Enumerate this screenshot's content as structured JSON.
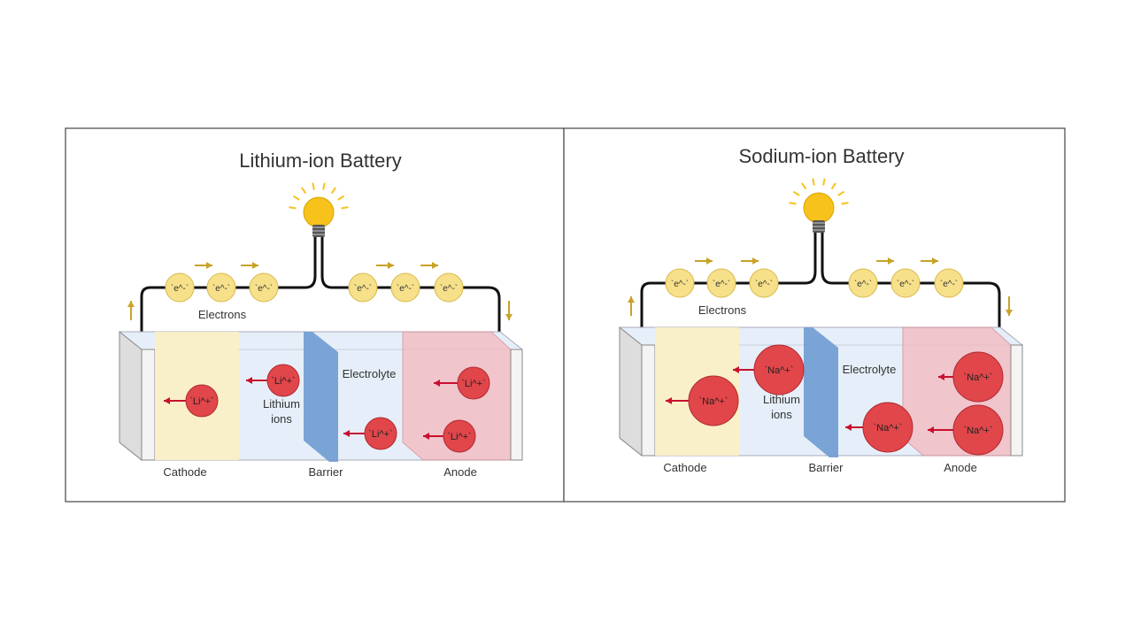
{
  "panels": [
    {
      "title": "Lithium-ion Battery",
      "electron_label": "`e^-`",
      "electrons_caption": "Electrons",
      "ion_label": "`Li^+`",
      "ions_caption_1": "Lithium",
      "ions_caption_2": "ions",
      "electrolyte": "Electrolyte",
      "cathode": "Cathode",
      "barrier": "Barrier",
      "anode": "Anode"
    },
    {
      "title": "Sodium-ion Battery",
      "electron_label": "`e^-`",
      "electrons_caption": "Electrons",
      "ion_label": "`Na^+`",
      "ions_caption_1": "Lithium",
      "ions_caption_2": "ions",
      "electrolyte": "Electrolyte",
      "cathode": "Cathode",
      "barrier": "Barrier",
      "anode": "Anode"
    }
  ],
  "colors": {
    "bulb": "#f7c21b",
    "electron": "#f6e08a",
    "arrow_gold": "#c9a227",
    "ion": "#e0464a",
    "ion_arrow": "#c8102e",
    "cathode": "#fbefc4",
    "anode": "#f4b8bd",
    "electrolyte": "#e6eff9",
    "barrier": "#6f9bd1"
  }
}
